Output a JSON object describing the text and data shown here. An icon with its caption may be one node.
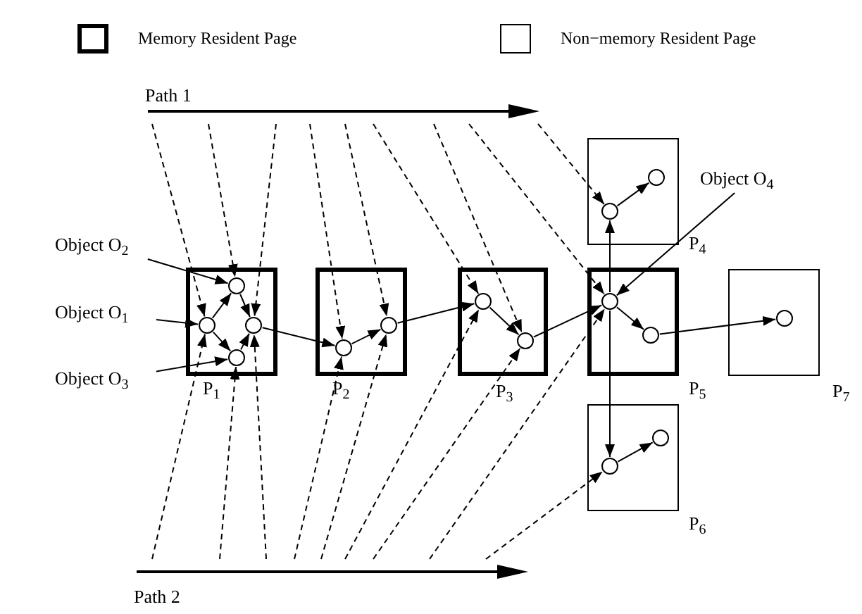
{
  "diagram": {
    "nodes": [
      {
        "text": [
          "Path 1"
        ]
      },
      {
        "text": [
          "P$_{4}$"
        ]
      },
      {
        "text": [],
        "shape": "circle",
        "in": 1
      },
      {
        "text": [],
        "shape": "circle",
        "in": 1
      },
      {
        "text": [
          "Object O$_{4}$"
        ]
      },
      {
        "text": [
          "Object O$_{2}$"
        ]
      },
      {
        "text": [
          "Object O$_{1}$"
        ]
      },
      {
        "text": [
          "Object O$_{3}$"
        ]
      },
      {
        "text": [
          "P$_{1}$"
        ]
      },
      {
        "text": [],
        "shape": "circle",
        "in": 8
      },
      {
        "text": [],
        "shape": "circle",
        "in": 8
      },
      {
        "text": [],
        "shape": "circle",
        "in": 8
      },
      {
        "text": [],
        "shape": "circle",
        "in": 8
      },
      {
        "text": [
          "P$_{2}$"
        ]
      },
      {
        "text": [],
        "shape": "circle",
        "in": 13
      },
      {
        "text": [],
        "shape": "circle",
        "in": 13
      },
      {
        "text": [
          "P$_{3}$"
        ]
      },
      {
        "text": [],
        "shape": "circle",
        "in": 16
      },
      {
        "text": [],
        "shape": "circle",
        "in": 16
      },
      {
        "text": [
          "P$_{5}$"
        ]
      },
      {
        "text": [],
        "shape": "circle",
        "in": 19
      },
      {
        "text": [],
        "shape": "circle",
        "in": 19
      },
      {
        "text": [
          "P$_{7}$"
        ]
      },
      {
        "text": [],
        "shape": "circle",
        "in": 22
      },
      {
        "text": [
          "P$_{6}$"
        ]
      },
      {
        "text": [],
        "shape": "circle",
        "in": 24
      },
      {
        "text": [],
        "shape": "circle",
        "in": 24
      },
      {
        "text": [
          "Path 2"
        ]
      }
    ],
    "edges": [
      {
        "from": 10,
        "to": 9,
        "arrow": "to"
      },
      {
        "from": 10,
        "to": 12,
        "arrow": "to"
      },
      {
        "from": 9,
        "to": 11,
        "arrow": "to"
      },
      {
        "from": 12,
        "to": 11,
        "arrow": "to"
      },
      {
        "from": 11,
        "to": 14,
        "arrow": "to"
      },
      {
        "from": 14,
        "to": 15,
        "arrow": "to"
      },
      {
        "from": 15,
        "to": 17,
        "arrow": "to"
      },
      {
        "from": 17,
        "to": 18,
        "arrow": "to"
      },
      {
        "from": 18,
        "to": 20,
        "arrow": "to"
      },
      {
        "from": 20,
        "to": 21,
        "arrow": "to"
      },
      {
        "from": 21,
        "to": 23,
        "arrow": "to"
      },
      {
        "from": 20,
        "to": 2,
        "arrow": "to"
      },
      {
        "from": 20,
        "to": 25,
        "arrow": "to"
      },
      {
        "from": 2,
        "to": 3,
        "arrow": "to"
      },
      {
        "from": 25,
        "to": 26,
        "arrow": "to"
      },
      {
        "from": 5,
        "to": 9,
        "arrow": "to"
      },
      {
        "from": 6,
        "to": 10,
        "arrow": "to"
      },
      {
        "from": 7,
        "to": 12,
        "arrow": "to"
      },
      {
        "from": 4,
        "to": 20,
        "arrow": "to"
      },
      {
        "from": 0,
        "to": 10,
        "arrow": "to",
        "style": "dashed"
      },
      {
        "from": 0,
        "to": 9,
        "arrow": "to",
        "style": "dashed"
      },
      {
        "from": 0,
        "to": 11,
        "arrow": "to",
        "style": "dashed"
      },
      {
        "from": 0,
        "to": 14,
        "arrow": "to",
        "style": "dashed"
      },
      {
        "from": 0,
        "to": 15,
        "arrow": "to",
        "style": "dashed"
      },
      {
        "from": 0,
        "to": 17,
        "arrow": "to",
        "style": "dashed"
      },
      {
        "from": 0,
        "to": 18,
        "arrow": "to",
        "style": "dashed"
      },
      {
        "from": 0,
        "to": 20,
        "arrow": "to",
        "style": "dashed"
      },
      {
        "from": 0,
        "to": 2,
        "arrow": "to",
        "style": "dashed"
      },
      {
        "from": 27,
        "to": 10,
        "arrow": "to",
        "style": "dashed"
      },
      {
        "from": 27,
        "to": 12,
        "arrow": "to",
        "style": "dashed"
      },
      {
        "from": 27,
        "to": 11,
        "arrow": "to",
        "style": "dashed"
      },
      {
        "from": 27,
        "to": 14,
        "arrow": "to",
        "style": "dashed"
      },
      {
        "from": 27,
        "to": 15,
        "arrow": "to",
        "style": "dashed"
      },
      {
        "from": 27,
        "to": 17,
        "arrow": "to",
        "style": "dashed"
      },
      {
        "from": 27,
        "to": 18,
        "arrow": "to",
        "style": "dashed"
      },
      {
        "from": 27,
        "to": 20,
        "arrow": "to",
        "style": "dashed"
      },
      {
        "from": 27,
        "to": 25,
        "arrow": "to",
        "style": "dashed"
      }
    ],
    "legend": [
      {
        "text": "Memory Resident Page"
      },
      {
        "text": "Non−memory Resident Page"
      }
    ]
  }
}
